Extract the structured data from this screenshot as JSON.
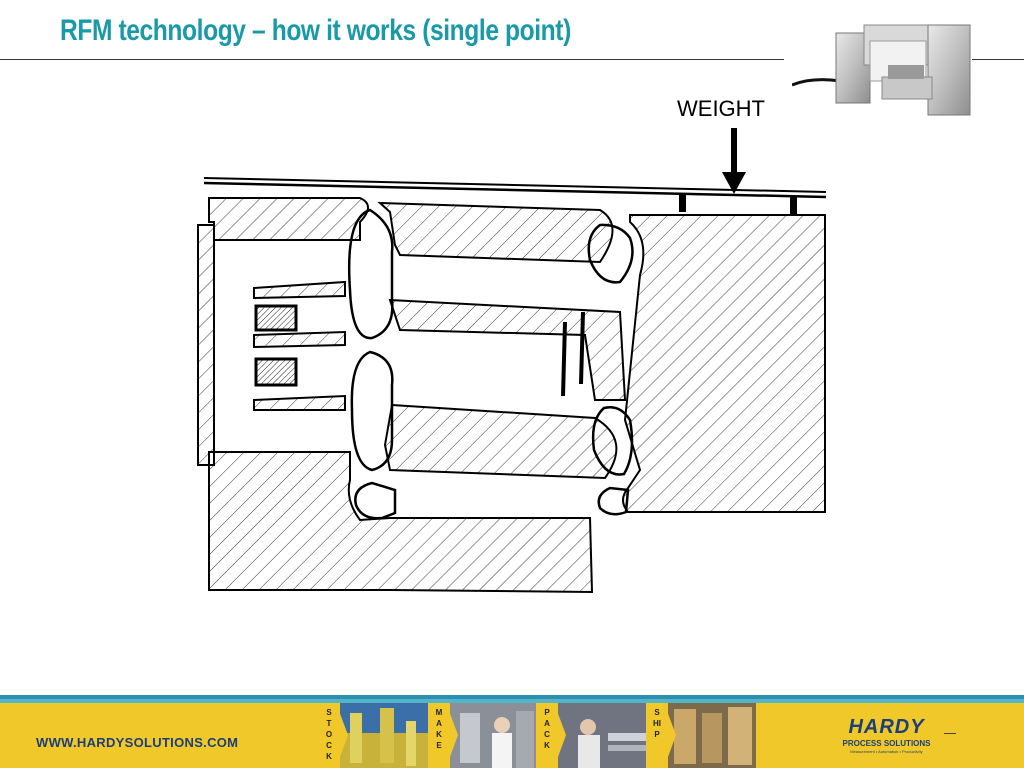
{
  "slide": {
    "title": "RFM technology –  how it works (single point)"
  },
  "diagram": {
    "weight_label": "WEIGHT"
  },
  "footer": {
    "url": "WWW.HARDYSOLUTIONS.COM",
    "segments": [
      {
        "label": "STOCK"
      },
      {
        "label": "MAKE"
      },
      {
        "label": "PACK"
      },
      {
        "label": "SHIP"
      }
    ],
    "logo": {
      "name": "HARDY",
      "sub": "PROCESS SOLUTIONS",
      "tagline": "Measurement • Automation • Productivity"
    }
  },
  "colors": {
    "title": "#1a9aa8",
    "footer_bar": "#f1c82a",
    "footer_stripe": "#2a8fb0",
    "brand_blue": "#1c3f7a"
  }
}
